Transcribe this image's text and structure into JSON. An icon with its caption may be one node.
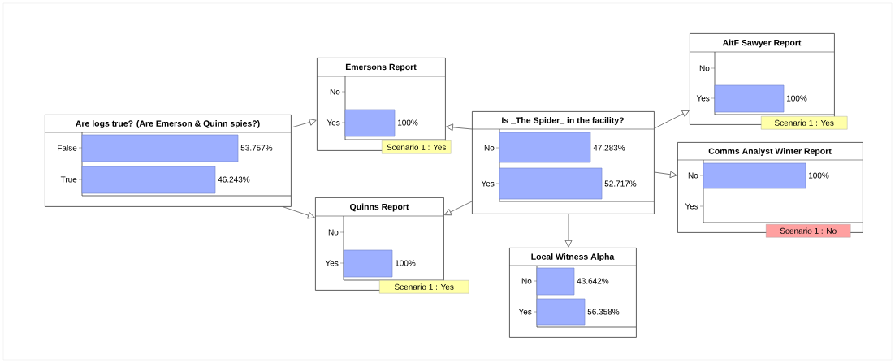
{
  "diagram": {
    "nodes": [
      {
        "text": [
          "Are logs true? (Are Emerson & Quinn spies?)",
          "False",
          "53.757%",
          "True",
          "46.243%"
        ]
      },
      {
        "text": [
          "Emersons Report",
          "No",
          "Yes",
          "100%",
          "Scenario 1 : Yes"
        ]
      },
      {
        "text": [
          "Quinns Report",
          "No",
          "Yes",
          "100%",
          "Scenario 1 : Yes"
        ]
      },
      {
        "text": [
          "Is _The Spider_ in the facility?",
          "No",
          "47.283%",
          "Yes",
          "52.717%"
        ]
      },
      {
        "text": [
          "Local Witness Alpha",
          "No",
          "43.642%",
          "Yes",
          "56.358%"
        ]
      },
      {
        "text": [
          "AitF Sawyer Report",
          "No",
          "Yes",
          "100%",
          "Scenario 1 : Yes"
        ]
      },
      {
        "text": [
          "Comms Analyst Winter Report",
          "No",
          "100%",
          "Yes",
          "Scenario 1 : No"
        ]
      }
    ],
    "edges": [
      {
        "from": 0,
        "to": 1,
        "arrow": "to"
      },
      {
        "from": 0,
        "to": 2,
        "arrow": "to"
      },
      {
        "from": 3,
        "to": 1,
        "arrow": "to"
      },
      {
        "from": 3,
        "to": 2,
        "arrow": "to"
      },
      {
        "from": 3,
        "to": 4,
        "arrow": "to"
      },
      {
        "from": 3,
        "to": 5,
        "arrow": "to"
      },
      {
        "from": 3,
        "to": 6,
        "arrow": "to"
      }
    ]
  }
}
